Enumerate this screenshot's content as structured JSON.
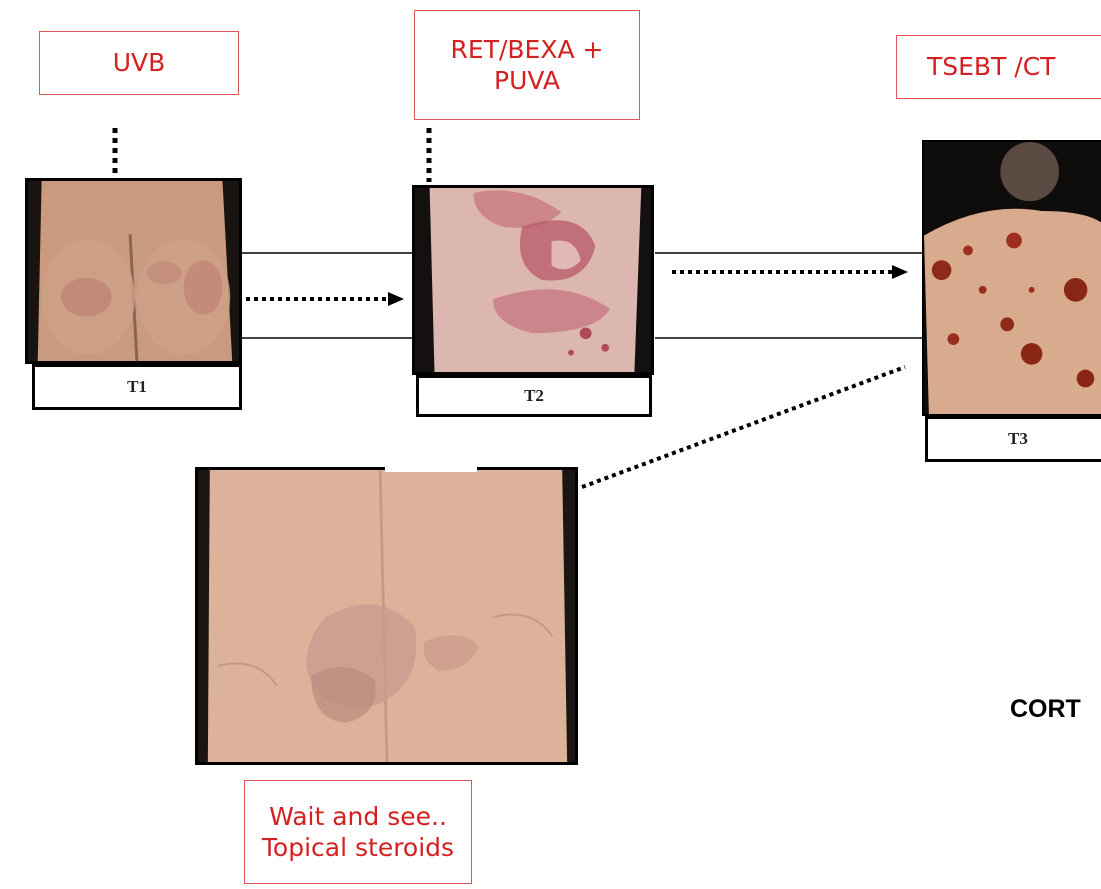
{
  "treatments": {
    "t1": "UVB",
    "t2_line1": "RET/BEXA +",
    "t2_line2": "PUVA",
    "t3": "TSEBT /CT",
    "alt_line1": "Wait and see..",
    "alt_line2": "Topical steroids"
  },
  "timepoints": {
    "t1": "T1",
    "t2": "T2",
    "t3": "T3"
  },
  "side_text": "CORT",
  "colors": {
    "treatment_text": "#d42020",
    "treatment_border": "#e05555",
    "frame": "#000000"
  }
}
